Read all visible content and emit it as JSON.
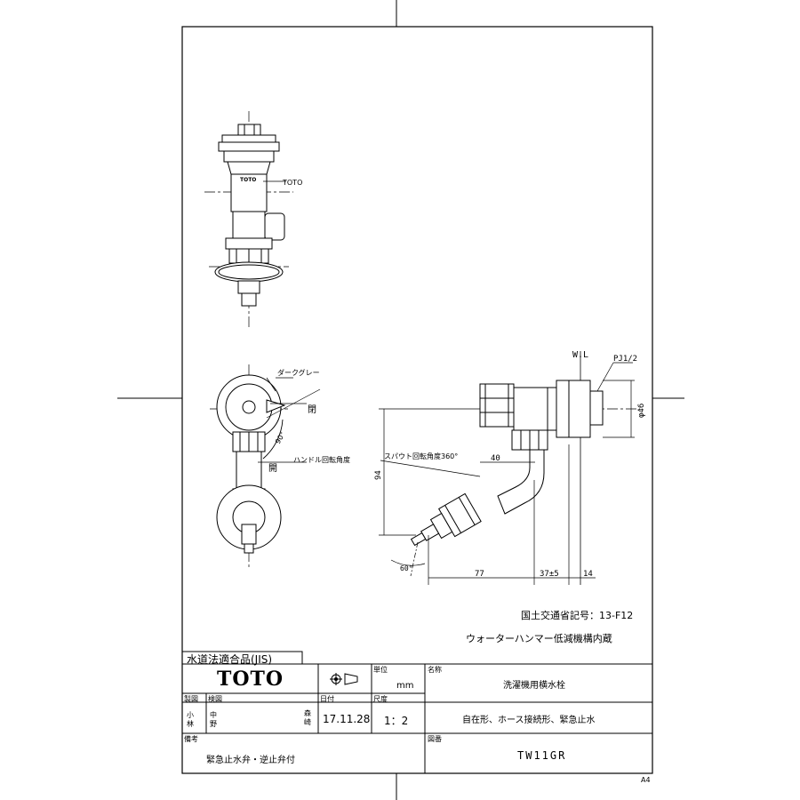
{
  "drawing": {
    "labels": {
      "maker_mark": "TOTO",
      "dark_gray": "ダークグレー",
      "closed": "閉",
      "open": "開",
      "angle_90": "90°",
      "handle_rotation": "ハンドル回転角度",
      "spout_rotation": "スパウト回転角度360°",
      "wl": "W.L",
      "thread": "PJ1/2",
      "dia_46": "φ46",
      "dim_94": "94",
      "dim_40": "40",
      "dim_77": "77",
      "dim_37": "37±5",
      "dim_14": "14",
      "angle_60": "60°"
    },
    "notes": {
      "approval_code": "国土交通省記号：13-F12",
      "water_hammer": "ウォーターハンマー低減機構内蔵"
    }
  },
  "title_block": {
    "jis_label": "水道法適合品(JIS)",
    "logo": "TOTO",
    "unit_label": "単位",
    "unit_value": "mm",
    "name_label": "名称",
    "name_value": "洗濯機用横水栓",
    "drafted_label": "製図",
    "checked_label": "検図",
    "date_label": "日付",
    "date_value": "17.11.28",
    "scale_label": "尺度",
    "scale_value": "1：2",
    "description": "自在形、ホース接続形、緊急止水",
    "remarks_label": "備考",
    "remarks_value": "緊急止水弁・逆止弁付",
    "drawing_no_label": "図番",
    "drawing_no_value": "TW11GR",
    "drafters": [
      "小",
      "林",
      "中",
      "野",
      "森",
      "崎"
    ]
  },
  "sheet_size": "A4"
}
